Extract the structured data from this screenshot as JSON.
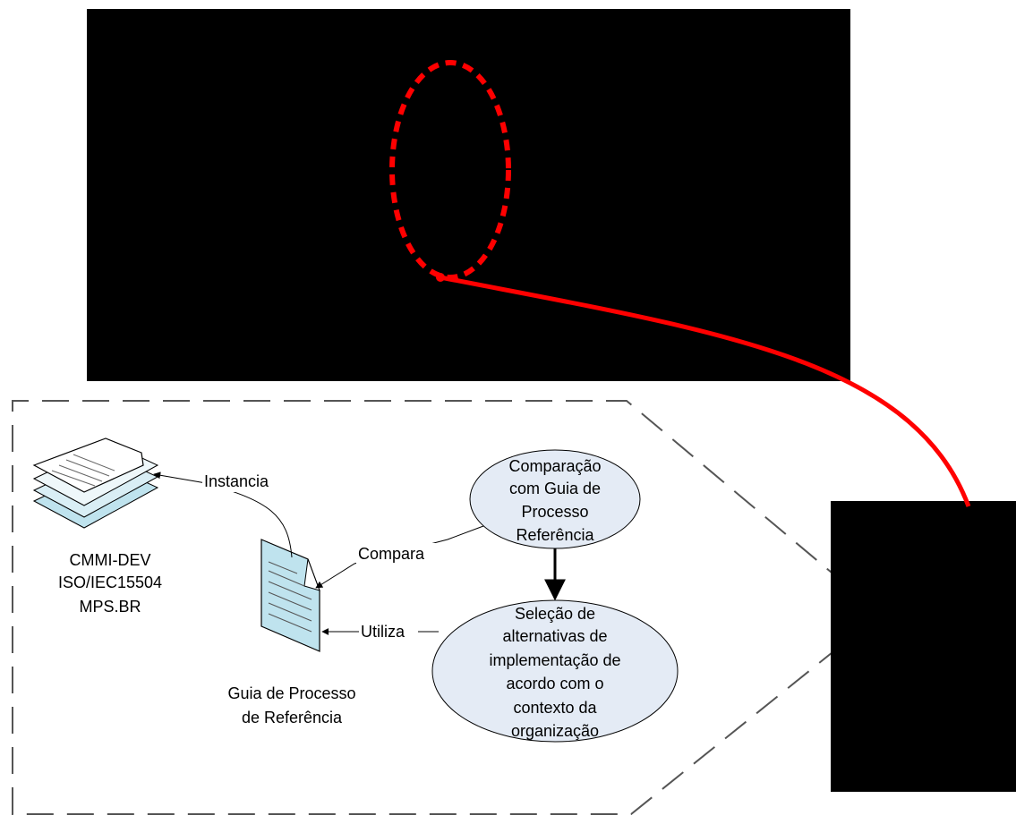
{
  "colors": {
    "background": "#ffffff",
    "occluder": "#000000",
    "highlight": "#ff0000",
    "frame_dash": "#555555",
    "ellipse_fill": "#e4ebf5",
    "doc_fill": "#bfe3ee",
    "doc_stroke": "#000000"
  },
  "icons": {
    "reference_models": "stacked-documents-icon",
    "reference_guide": "document-icon"
  },
  "left_model": {
    "lines": [
      "CMMI-DEV",
      "ISO/IEC15504",
      "MPS.BR"
    ]
  },
  "guide": {
    "lines": [
      "Guia de Processo",
      "de Referência"
    ]
  },
  "process_top": {
    "lines": [
      "Comparação",
      "com Guia de",
      "Processo",
      "Referência"
    ]
  },
  "process_bottom": {
    "lines": [
      "Seleção de",
      "alternativas de",
      "implementação de",
      "acordo com o",
      "contexto da",
      "organização"
    ]
  },
  "edges": {
    "instancia": "Instancia",
    "compara": "Compara",
    "utiliza": "Utiliza"
  }
}
